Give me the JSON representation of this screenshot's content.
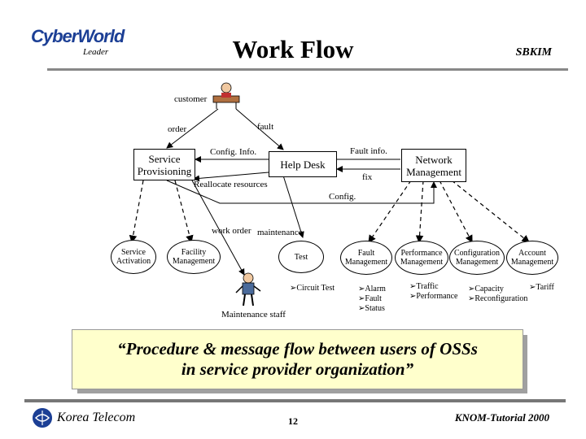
{
  "header": {
    "logo_main": "CyberWorld",
    "logo_sub": "Leader",
    "title": "Work Flow",
    "author": "SBKIM"
  },
  "diagram": {
    "actors": {
      "customer": "customer",
      "maintenance_staff": "Maintenance staff"
    },
    "labels": {
      "order": "order",
      "fault": "fault",
      "config_info": "Config. Info.",
      "fault_info": "Fault info.",
      "fix": "fix",
      "reallocate": "Reallocate resources",
      "config": "Config.",
      "work_order": "work order",
      "maintenance": "maintenance"
    },
    "boxes": {
      "service_provisioning": [
        "Service",
        "Provisioning"
      ],
      "help_desk": "Help Desk",
      "network_management": [
        "Network",
        "Management"
      ]
    },
    "ellipses": {
      "service_activation": [
        "Service",
        "Activation"
      ],
      "facility_management": [
        "Facility",
        "Management"
      ],
      "test": "Test",
      "fault_management": [
        "Fault",
        "Management"
      ],
      "performance_management": [
        "Performance",
        "Management"
      ],
      "configuration_management": [
        "Configuration",
        "Management"
      ],
      "account_management": [
        "Account",
        "Management"
      ]
    },
    "bullets": {
      "test": [
        "Circuit Test"
      ],
      "fault": [
        "Alarm",
        "Fault",
        "Status"
      ],
      "performance": [
        "Traffic",
        "Performance"
      ],
      "configuration": [
        "Capacity",
        "Reconfiguration"
      ],
      "account": [
        "Tariff"
      ]
    }
  },
  "quote": {
    "line1": "“Procedure & message flow between users of OSSs",
    "line2": "in service provider organization”"
  },
  "footer": {
    "company": "Korea Telecom",
    "page": "12",
    "event": "KNOM-Tutorial 2000"
  }
}
